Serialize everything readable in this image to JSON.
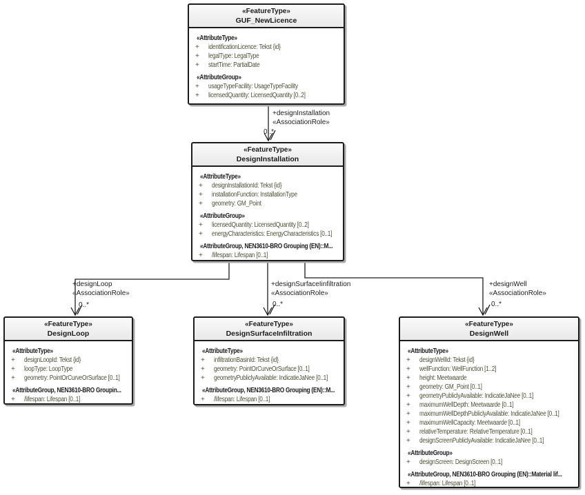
{
  "diagram": {
    "colors": {
      "background": "#ffffff",
      "box_border": "#1c1c1c",
      "header_fill_top": "#fafafa",
      "header_fill_bottom": "#e9e9e9",
      "attribute_text": "#50503a",
      "shadow": "#a8a8a8"
    },
    "classes": {
      "guf": {
        "stereotype": "«FeatureType»",
        "name": "GUF_NewLicence",
        "rows": [
          {
            "kind": "stereo",
            "text": "«AttributeType»"
          },
          {
            "kind": "attr",
            "vis": "+",
            "text": "identificationLicence: Tekst {id}"
          },
          {
            "kind": "attr",
            "vis": "+",
            "text": "legalType: LegalType"
          },
          {
            "kind": "attr",
            "vis": "+",
            "text": "startTime: PartialDate"
          },
          {
            "kind": "stereo",
            "text": "«AttributeGroup»"
          },
          {
            "kind": "attr",
            "vis": "+",
            "text": "usageTypeFacility: UsageTypeFacility"
          },
          {
            "kind": "attr",
            "vis": "+",
            "text": "licensedQuantity: LicensedQuantity [0..2]"
          }
        ]
      },
      "installation": {
        "stereotype": "«FeatureType»",
        "name": "DesignInstallation",
        "rows": [
          {
            "kind": "stereo",
            "text": "«AttributeType»"
          },
          {
            "kind": "attr",
            "vis": "+",
            "text": "designInstallationId: Tekst {id}"
          },
          {
            "kind": "attr",
            "vis": "+",
            "text": "installationFunction: InstallationType"
          },
          {
            "kind": "attr",
            "vis": "+",
            "text": "geometry: GM_Point"
          },
          {
            "kind": "stereo",
            "text": "«AttributeGroup»"
          },
          {
            "kind": "attr",
            "vis": "+",
            "text": "licensedQuantity: LicensedQuantity [0..2]"
          },
          {
            "kind": "attr",
            "vis": "+",
            "text": "energyCharacteristics: EnergyCharacteristics [0..1]"
          },
          {
            "kind": "stereo",
            "text": "«AttributeGroup, NEN3610-BRO Grouping (EN)::M..."
          },
          {
            "kind": "attr",
            "vis": "+",
            "text": "/lifespan: Lifespan [0..1]"
          }
        ]
      },
      "loop": {
        "stereotype": "«FeatureType»",
        "name": "DesignLoop",
        "rows": [
          {
            "kind": "stereo",
            "text": "«AttributeType»"
          },
          {
            "kind": "attr",
            "vis": "+",
            "text": "designLoopId: Tekst {id}"
          },
          {
            "kind": "attr",
            "vis": "+",
            "text": "loopType: LoopType"
          },
          {
            "kind": "attr",
            "vis": "+",
            "text": "geometry: PointOrCurveOrSurface [0..1]"
          },
          {
            "kind": "stereo",
            "text": "«AttributeGroup, NEN3610-BRO Groupin..."
          },
          {
            "kind": "attr",
            "vis": "+",
            "text": "/lifespan: Lifespan [0..1]"
          }
        ]
      },
      "surface": {
        "stereotype": "«FeatureType»",
        "name": "DesignSurfaceInfiltration",
        "rows": [
          {
            "kind": "stereo",
            "text": "«AttributeType»"
          },
          {
            "kind": "attr",
            "vis": "+",
            "text": "infiltrationBasinId: Tekst {id}"
          },
          {
            "kind": "attr",
            "vis": "+",
            "text": "geometry: PointOrCurveOrSurface [0..1]"
          },
          {
            "kind": "attr",
            "vis": "+",
            "text": "geometryPubliclyAvailable: IndicatieJaNee [0..1]"
          },
          {
            "kind": "stereo",
            "text": "«AttributeGroup, NEN3610-BRO Grouping (EN)::M..."
          },
          {
            "kind": "attr",
            "vis": "+",
            "text": "/lifespan: Lifespan [0..1]"
          }
        ]
      },
      "well": {
        "stereotype": "«FeatureType»",
        "name": "DesignWell",
        "rows": [
          {
            "kind": "stereo",
            "text": "«AttributeType»"
          },
          {
            "kind": "attr",
            "vis": "+",
            "text": "designWellId: Tekst {id}"
          },
          {
            "kind": "attr",
            "vis": "+",
            "text": "wellFunction: WellFunction [1..2]"
          },
          {
            "kind": "attr",
            "vis": "+",
            "text": "height: Meetwaarde"
          },
          {
            "kind": "attr",
            "vis": "+",
            "text": "geometry: GM_Point [0..1]"
          },
          {
            "kind": "attr",
            "vis": "+",
            "text": "geometryPubliclyAvailable: IndicatieJaNee [0..1]"
          },
          {
            "kind": "attr",
            "vis": "+",
            "text": "maximumWellDepth: Meetwaarde [0..1]"
          },
          {
            "kind": "attr",
            "vis": "+",
            "text": "maximumWellDepthPubliclyAvailable: IndicatieJaNee [0..1]"
          },
          {
            "kind": "attr",
            "vis": "+",
            "text": "maximumWellCapacity: Meetwaarde [0..1]"
          },
          {
            "kind": "attr",
            "vis": "+",
            "text": "relativeTemperature: RelativeTemperature [0..1]"
          },
          {
            "kind": "attr",
            "vis": "+",
            "text": "designScreenPubliclyAvailable: IndicatieJaNee [0..1]"
          },
          {
            "kind": "stereo",
            "text": "«AttributeGroup»"
          },
          {
            "kind": "attr",
            "vis": "+",
            "text": "designScreen: DesignScreen [0..1]"
          },
          {
            "kind": "stereo",
            "text": "«AttributeGroup, NEN3610-BRO Grouping (EN)::Material lif..."
          },
          {
            "kind": "attr",
            "vis": "+",
            "text": "/lifespan: Lifespan [0..1]"
          }
        ]
      }
    },
    "connectors": {
      "installation": {
        "role": "+designInstallation",
        "stereotype": "«AssociationRole»",
        "multiplicity": "0..*"
      },
      "loop": {
        "role": "+designLoop",
        "stereotype": "«AssociationRole»",
        "multiplicity": "0..*"
      },
      "surface": {
        "role": "+designSurfaceIinfiltration",
        "stereotype": "«AssociationRole»",
        "multiplicity": "0..*"
      },
      "well": {
        "role": "+designWell",
        "stereotype": "«AssociationRole»",
        "multiplicity": "0..*"
      }
    }
  }
}
